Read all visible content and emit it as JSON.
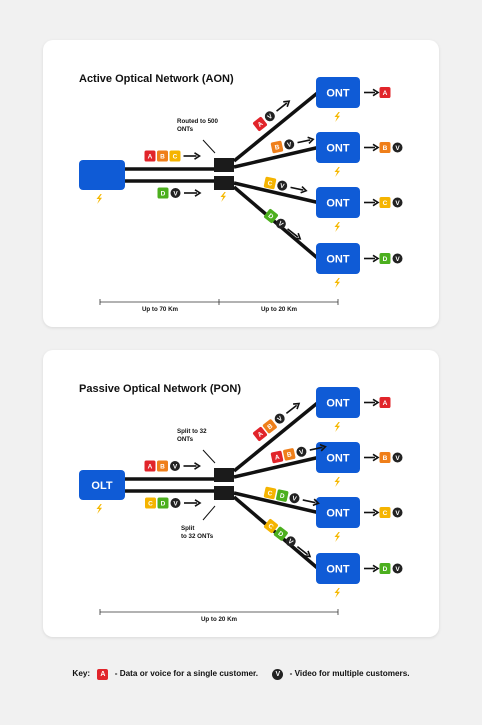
{
  "colors": {
    "node_blue": "#0f5bd6",
    "bolt_yellow": "#f6b800",
    "fiber_black": "#111111",
    "badge_red": "#e1242a",
    "badge_orange": "#ef7f1a",
    "badge_yellow": "#f5b400",
    "badge_green": "#4caf1e",
    "badge_dark": "#222222"
  },
  "aon": {
    "title": "Active Optical Network (AON)",
    "node_label": "",
    "note_top": [
      "Routed to 500",
      "ONTs"
    ],
    "distances": [
      "Up to 70 Km",
      "Up to 20 Km"
    ]
  },
  "pon": {
    "title": "Passive Optical Network (PON)",
    "node_label": "OLT",
    "note_top": [
      "Split to 32",
      "ONTs"
    ],
    "note_bottom": [
      "Split",
      "to 32 ONTs"
    ],
    "distances": [
      "Up to 20 Km"
    ]
  },
  "ont_label": "ONT",
  "badges": {
    "A": "A",
    "B": "B",
    "C": "C",
    "D": "D",
    "V": "V"
  },
  "key": {
    "label": "Key:",
    "data_badge": "A",
    "data_text": "- Data or voice for a single customer.",
    "video_badge": "V",
    "video_text": "- Video for multiple customers."
  }
}
